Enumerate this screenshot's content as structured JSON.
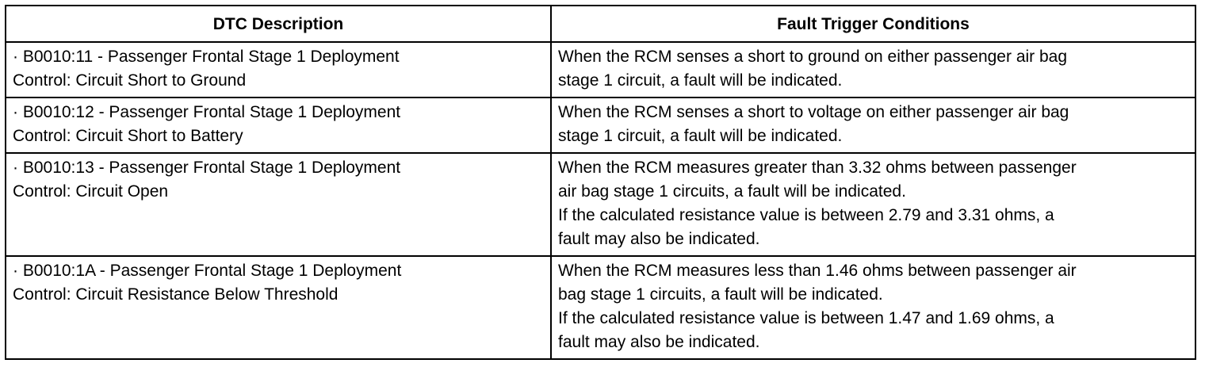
{
  "table": {
    "headers": [
      "DTC Description",
      "Fault Trigger Conditions"
    ],
    "rows": [
      {
        "description": [
          "· B0010:11 - Passenger Frontal Stage 1 Deployment",
          "Control: Circuit Short to Ground"
        ],
        "conditions": [
          "When the RCM senses a short to ground on either passenger air bag",
          "stage 1 circuit, a fault will be indicated."
        ]
      },
      {
        "description": [
          "· B0010:12 - Passenger Frontal Stage 1 Deployment",
          "Control: Circuit Short to Battery"
        ],
        "conditions": [
          "When the RCM senses a short to voltage on either passenger air bag",
          "stage 1 circuit, a fault will be indicated."
        ]
      },
      {
        "description": [
          "· B0010:13 - Passenger Frontal Stage 1 Deployment",
          "Control: Circuit Open"
        ],
        "conditions": [
          "When the RCM measures greater than 3.32 ohms between passenger",
          "air bag stage 1 circuits, a fault will be indicated.",
          "If the calculated resistance value is between 2.79 and 3.31 ohms, a",
          "fault may also be indicated."
        ]
      },
      {
        "description": [
          "· B0010:1A - Passenger Frontal Stage 1 Deployment",
          "Control: Circuit Resistance Below Threshold"
        ],
        "conditions": [
          "When the RCM measures less than 1.46 ohms between passenger air",
          "bag stage 1 circuits, a fault will be indicated.",
          "If the calculated resistance value is between 1.47 and 1.69 ohms, a",
          "fault may also be indicated."
        ]
      }
    ]
  }
}
